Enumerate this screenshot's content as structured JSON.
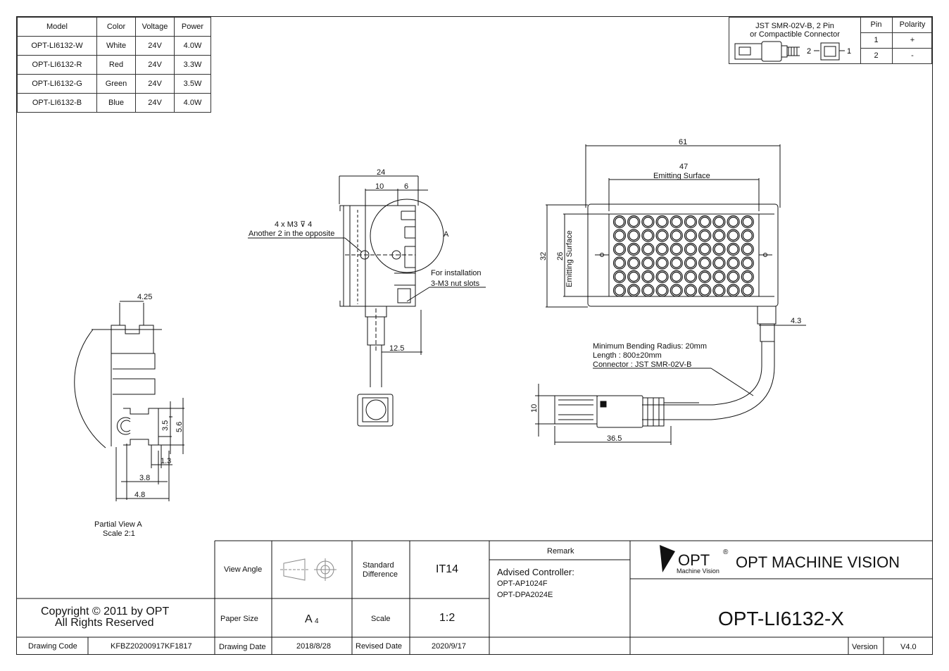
{
  "spec_table": {
    "headers": [
      "Model",
      "Color",
      "Voltage",
      "Power"
    ],
    "rows": [
      [
        "OPT-LI6132-W",
        "White",
        "24V",
        "4.0W"
      ],
      [
        "OPT-LI6132-R",
        "Red",
        "24V",
        "3.3W"
      ],
      [
        "OPT-LI6132-G",
        "Green",
        "24V",
        "3.5W"
      ],
      [
        "OPT-LI6132-B",
        "Blue",
        "24V",
        "4.0W"
      ]
    ]
  },
  "connector_table": {
    "title_line1": "JST SMR-02V-B, 2 Pin",
    "title_line2": "or Compactible Connector",
    "pin_header": "Pin",
    "polarity_header": "Polarity",
    "pin_label_2": "2",
    "pin_label_1": "1",
    "rows": [
      [
        "1",
        "+"
      ],
      [
        "2",
        "-"
      ]
    ]
  },
  "side_view": {
    "dim_24": "24",
    "dim_10": "10",
    "dim_6": "6",
    "dim_12_5": "12.5",
    "thread_note": "4 x M3 ⊽ 4",
    "thread_note2": "Another 2 in the opposite",
    "detail_label": "A",
    "install_note": "For installation",
    "install_note2": "3-M3 nut slots"
  },
  "front_view": {
    "dim_61": "61",
    "dim_47": "47",
    "emit_label": "Emitting Surface",
    "dim_32": "32",
    "dim_26": "26",
    "emit_label_v": "Emitting Surface",
    "dim_4_3": "4.3",
    "note1": "Minimum Bending Radius: 20mm",
    "note2": "Length : 800±20mm",
    "note3": "Connector : JST SMR-02V-B",
    "dim_10": "10",
    "dim_36_5": "36.5"
  },
  "partial_view": {
    "dim_4_25": "4.25",
    "dim_3_5": "3.5",
    "dim_5_6": "5.6",
    "dim_1_3": "1.3",
    "dim_3_8": "3.8",
    "dim_4_8": "4.8",
    "caption1": "Partial View A",
    "caption2": "Scale 2:1"
  },
  "title_block": {
    "view_angle_label": "View Angle",
    "standard_diff_label": "Standard Difference",
    "standard_diff_value": "IT14",
    "remark_label": "Remark",
    "advised_controller": "Advised Controller:",
    "controller1": "OPT-AP1024F",
    "controller2": "OPT-DPA2024E",
    "paper_size_label": "Paper Size",
    "paper_size_value": "A",
    "paper_size_sub": "4",
    "scale_label": "Scale",
    "scale_value": "1:2",
    "drawing_date_label": "Drawing Date",
    "drawing_date": "2018/8/28",
    "revised_date_label": "Revised Date",
    "revised_date": "2020/9/17",
    "copyright1": "Copyright © 2011 by OPT",
    "copyright2": "All Rights Reserved",
    "drawing_code_label": "Drawing Code",
    "drawing_code": "KFBZ20200917KF1817",
    "logo_text": "OPT",
    "logo_reg": "®",
    "logo_sub": "Machine Vision",
    "company": "OPT MACHINE VISION",
    "part_number": "OPT-LI6132-X",
    "version_label": "Version",
    "version": "V4.0"
  }
}
